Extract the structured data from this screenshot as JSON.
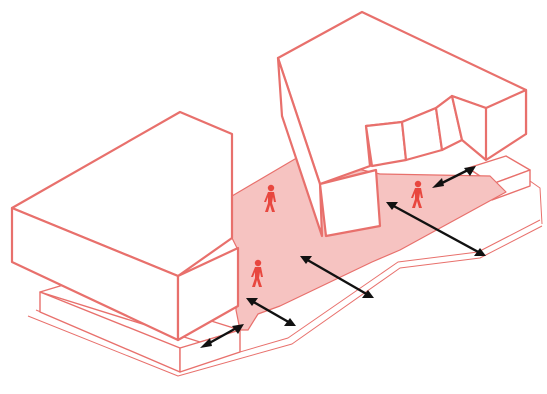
{
  "colors": {
    "outline": "#e8706c",
    "street": "#f6c3c1",
    "person": "#e8473f",
    "arrow": "#111111",
    "background": "#ffffff"
  },
  "icons": {
    "pedestrian": "pedestrian-icon",
    "movement": "double-headed-arrow-icon"
  },
  "elements": {
    "pedestrian_count": 3,
    "arrow_count": 5,
    "building_count": 2
  }
}
